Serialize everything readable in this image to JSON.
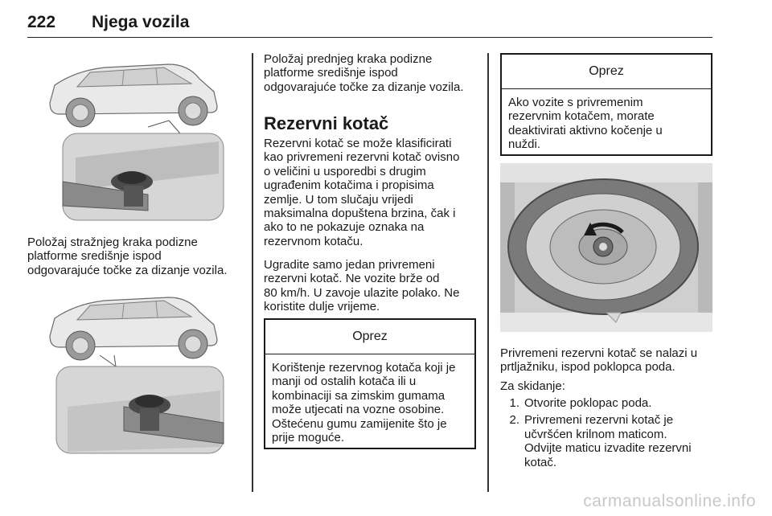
{
  "header": {
    "page_number": "222",
    "title": "Njega vozila"
  },
  "left": {
    "caption_rear": [
      "Položaj stražnjeg kraka podizne",
      "platforme središnje ispod",
      "odgovarajuće točke za dizanje vozila."
    ]
  },
  "middle": {
    "caption_front": [
      "Položaj prednjeg kraka podizne",
      "platforme središnje ispod",
      "odgovarajuće točke za dizanje vozila."
    ],
    "heading": "Rezervni kotač",
    "para1": [
      "Rezervni kotač se može klasificirati",
      "kao privremeni rezervni kotač ovisno",
      "o veličini u usporedbi s drugim",
      "ugrađenim kotačima i propisima",
      "zemlje. U tom slučaju vrijedi",
      "maksimalna dopuštena brzina, čak i",
      "ako to ne pokazuje oznaka na",
      "rezervnom kotaču."
    ],
    "para2": [
      "Ugradite samo jedan privremeni",
      "rezervni kotač. Ne vozite brže od",
      "80 km/h. U zavoje ulazite polako. Ne",
      "koristite dulje vrijeme."
    ],
    "caution": {
      "title": "Oprez",
      "lines": [
        "Korištenje rezervnog kotača koji je",
        "manji od ostalih kotača ili u",
        "kombinaciji sa zimskim gumama",
        "može utjecati na vozne osobine.",
        "Oštećenu gumu zamijenite što je",
        "prije moguće."
      ]
    }
  },
  "right": {
    "caution": {
      "title": "Oprez",
      "lines": [
        "Ako vozite s privremenim",
        "rezervnim kotačem, morate",
        "deaktivirati aktivno kočenje u",
        "nuždi."
      ]
    },
    "caption": [
      "Privremeni rezervni kotač se nalazi u",
      "prtljažniku, ispod poklopca poda."
    ],
    "intro": "Za skidanje:",
    "steps": [
      {
        "num": "1.",
        "lines": [
          "Otvorite poklopac poda."
        ]
      },
      {
        "num": "2.",
        "lines": [
          "Privremeni rezervni kotač je",
          "učvršćen krilnom maticom.",
          "Odvijte maticu izvadite rezervni",
          "kotač."
        ]
      }
    ]
  },
  "watermark": "carmanualsonline.info"
}
